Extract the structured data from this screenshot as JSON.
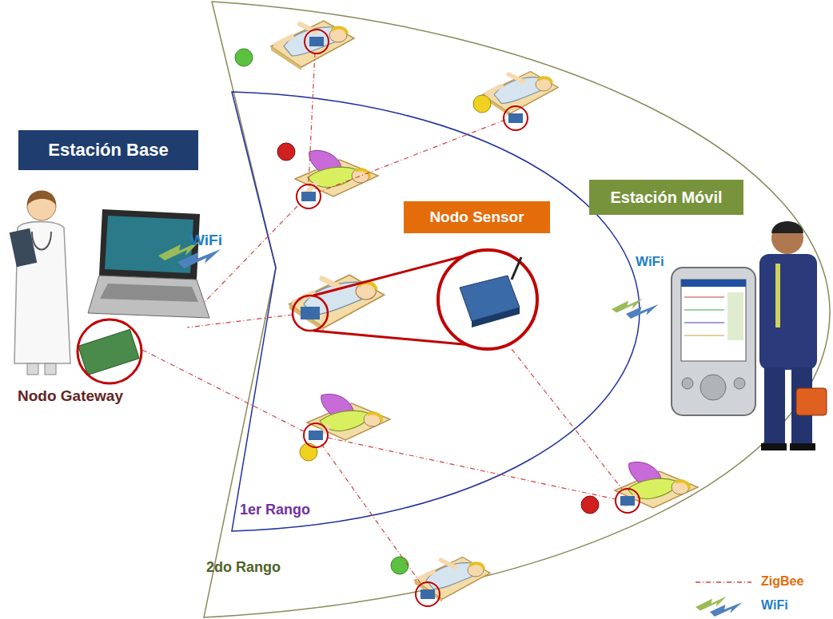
{
  "diagram": {
    "nodes": [
      {
        "text": [
          "Estación Base"
        ]
      },
      {
        "text": [
          "Estación Móvil"
        ]
      },
      {
        "text": [
          "Nodo Sensor"
        ]
      }
    ],
    "labels": [
      "WiFi",
      "Nodo Gateway",
      "WiFi",
      "1er Rango",
      "2do Rango"
    ],
    "legend": [
      {
        "text": "ZigBee"
      },
      {
        "text": "WiFi"
      }
    ]
  }
}
